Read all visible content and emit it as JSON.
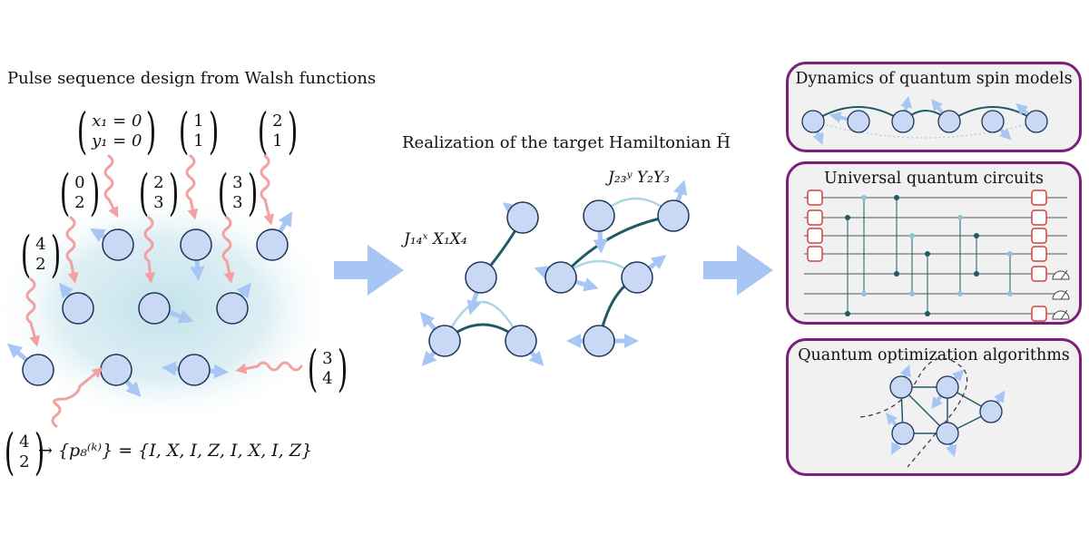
{
  "left": {
    "title": "Pulse sequence design from Walsh functions",
    "pulse_labels": [
      {
        "top": "x₁ = 0",
        "bottom": "y₁ = 0"
      },
      {
        "top": "1",
        "bottom": "1"
      },
      {
        "top": "2",
        "bottom": "1"
      },
      {
        "top": "0",
        "bottom": "2"
      },
      {
        "top": "2",
        "bottom": "3"
      },
      {
        "top": "3",
        "bottom": "3"
      },
      {
        "top": "4",
        "bottom": "2"
      },
      {
        "top": "3",
        "bottom": "4"
      }
    ],
    "formula": {
      "binom_top": "4",
      "binom_bottom": "2",
      "text": "→ {p₈⁽ᵏ⁾} = {I, X, I, Z, I, X, I, Z}"
    }
  },
  "middle": {
    "title": "Realization of the target Hamiltonian H̃",
    "term_x": "J₁₄ˣ X₁X₄",
    "term_y": "J₂₃ʸ Y₂Y₃"
  },
  "right": {
    "panels": [
      {
        "title": "Dynamics of quantum spin models"
      },
      {
        "title": "Universal quantum circuits"
      },
      {
        "title": "Quantum optimization algorithms"
      }
    ]
  },
  "colors": {
    "node_fill": "#c9d9f5",
    "node_stroke": "#1f3557",
    "spin_arrow": "#a8c6f4",
    "pulse": "#f2a0a0",
    "coupling_dark": "#1f5a66",
    "coupling_light": "#a9d6e0",
    "panel_border": "#7b1f7a",
    "panel_bg": "#f1f1f1",
    "gate_red": "#d44040",
    "big_arrow": "#a8c6f4"
  }
}
